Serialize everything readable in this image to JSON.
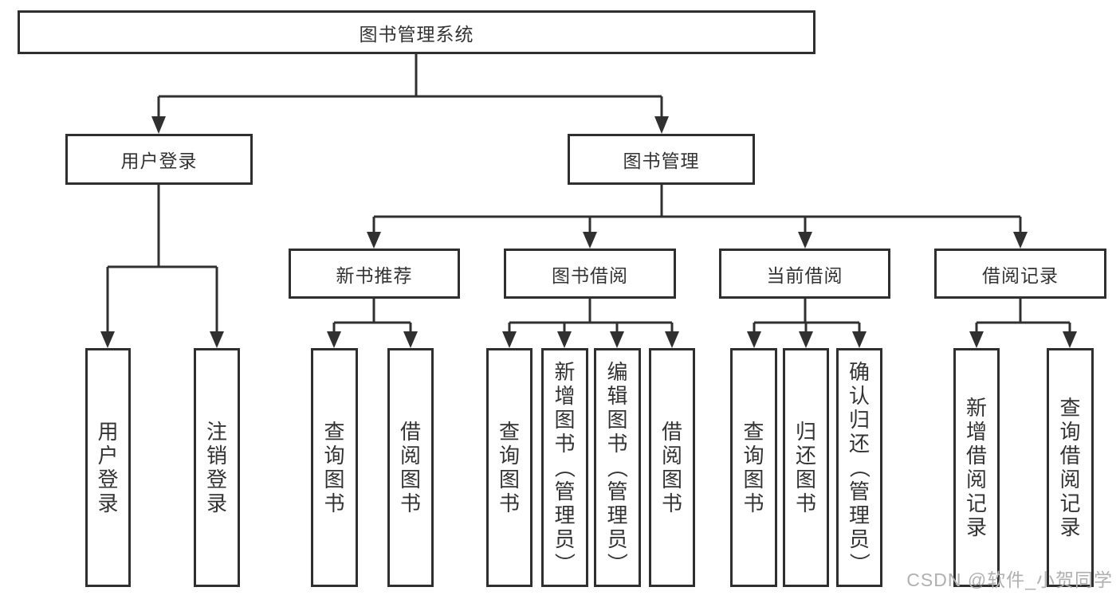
{
  "tree": {
    "root": {
      "label": "图书管理系统"
    },
    "branches": [
      {
        "label": "用户登录",
        "leaves": [
          {
            "label": "用户登录"
          },
          {
            "label": "注销登录"
          }
        ]
      },
      {
        "label": "图书管理",
        "groups": [
          {
            "label": "新书推荐",
            "leaves": [
              {
                "label": "查询图书"
              },
              {
                "label": "借阅图书"
              }
            ]
          },
          {
            "label": "图书借阅",
            "leaves": [
              {
                "label": "查询图书"
              },
              {
                "label": "新增图书（管理员）"
              },
              {
                "label": "编辑图书（管理员）"
              },
              {
                "label": "借阅图书"
              }
            ]
          },
          {
            "label": "当前借阅",
            "leaves": [
              {
                "label": "查询图书"
              },
              {
                "label": "归还图书"
              },
              {
                "label": "确认归还（管理员）"
              }
            ]
          },
          {
            "label": "借阅记录",
            "leaves": [
              {
                "label": "新增借阅记录"
              },
              {
                "label": "查询借阅记录"
              }
            ]
          }
        ]
      }
    ]
  },
  "watermark": "CSDN @软件_小贺同学",
  "colors": {
    "line": "#303030",
    "text": "#333333",
    "watermark": "#b0b0b0",
    "background": "#ffffff"
  }
}
